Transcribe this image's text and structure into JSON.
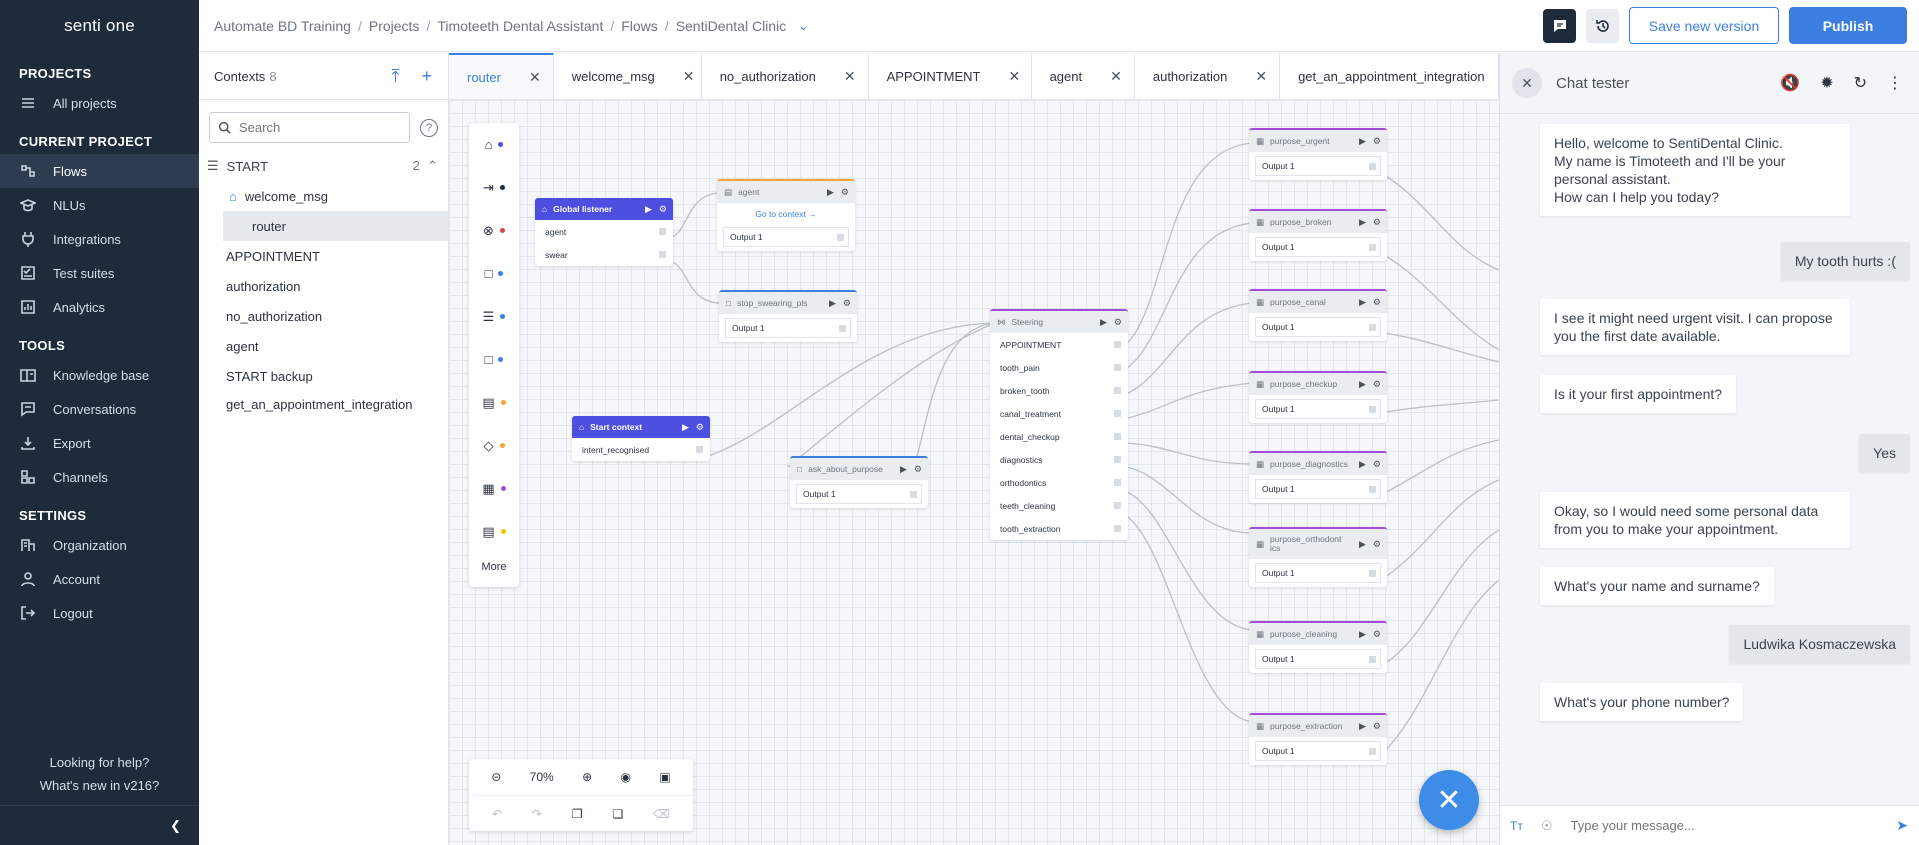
{
  "logo": "senti one",
  "sidebar": {
    "sections": [
      {
        "title": "PROJECTS",
        "items": [
          {
            "label": "All projects",
            "icon": "list-icon"
          }
        ]
      },
      {
        "title": "CURRENT PROJECT",
        "items": [
          {
            "label": "Flows",
            "icon": "flows-icon",
            "active": true
          },
          {
            "label": "NLUs",
            "icon": "nlu-icon"
          },
          {
            "label": "Integrations",
            "icon": "plug-icon"
          },
          {
            "label": "Test suites",
            "icon": "checklist-icon"
          },
          {
            "label": "Analytics",
            "icon": "chart-icon"
          }
        ]
      },
      {
        "title": "TOOLS",
        "items": [
          {
            "label": "Knowledge base",
            "icon": "book-icon"
          },
          {
            "label": "Conversations",
            "icon": "chat-icon"
          },
          {
            "label": "Export",
            "icon": "download-icon"
          },
          {
            "label": "Channels",
            "icon": "channels-icon"
          }
        ]
      },
      {
        "title": "SETTINGS",
        "items": [
          {
            "label": "Organization",
            "icon": "building-icon"
          },
          {
            "label": "Account",
            "icon": "user-icon"
          },
          {
            "label": "Logout",
            "icon": "logout-icon"
          }
        ]
      }
    ],
    "help": "Looking for help?",
    "whats_new": "What's new in v216?"
  },
  "breadcrumb": [
    "Automate BD Training",
    "Projects",
    "Timoteeth Dental Assistant",
    "Flows",
    "SentiDental Clinic"
  ],
  "topbar": {
    "save_label": "Save new version",
    "publish_label": "Publish"
  },
  "contexts": {
    "title": "Contexts",
    "count": "8",
    "search_placeholder": "Search",
    "start": {
      "label": "START",
      "count": "2"
    },
    "start_children": [
      "welcome_msg",
      "router"
    ],
    "items": [
      "APPOINTMENT",
      "authorization",
      "no_authorization",
      "agent",
      "START backup",
      "get_an_appointment_integration"
    ]
  },
  "tabs": [
    "router",
    "welcome_msg",
    "no_authorization",
    "APPOINTMENT",
    "agent",
    "authorization",
    "get_an_appointment_integration"
  ],
  "canvas": {
    "more_label": "More",
    "zoom": "70%",
    "nodes": {
      "global_listener": {
        "title": "Global listener",
        "rows": [
          "agent",
          "swear"
        ]
      },
      "agent": {
        "title": "agent",
        "goto": "Go to context →",
        "out": "Output 1"
      },
      "stop_swearing": {
        "title": "stop_swearing_pls",
        "out": "Output 1"
      },
      "start_context": {
        "title": "Start context",
        "rows": [
          "intent_recognised"
        ]
      },
      "ask_about_purpose": {
        "title": "ask_about_purpose",
        "out": "Output 1"
      },
      "steering": {
        "title": "Steering",
        "rows": [
          "APPOINTMENT",
          "tooth_pain",
          "broken_tooth",
          "canal_treatment",
          "dental_checkup",
          "diagnostics",
          "orthodontics",
          "teeth_cleaning",
          "tooth_extraction"
        ]
      },
      "purposes": [
        {
          "title": "purpose_urgent",
          "out": "Output 1"
        },
        {
          "title": "purpose_broken",
          "out": "Output 1"
        },
        {
          "title": "purpose_canal",
          "out": "Output 1"
        },
        {
          "title": "purpose_checkup",
          "out": "Output 1"
        },
        {
          "title": "purpose_diagnostics",
          "out": "Output 1"
        },
        {
          "title": "purpose_orthodontics",
          "out": "Output 1"
        },
        {
          "title": "purpose_cleaning",
          "out": "Output 1"
        },
        {
          "title": "purpose_extraction",
          "out": "Output 1"
        }
      ]
    }
  },
  "chat": {
    "title": "Chat tester",
    "input_placeholder": "Type your message...",
    "messages": [
      {
        "from": "bot",
        "text": "Hello, welcome to SentiDental Clinic.\nMy name is Timoteeth and I'll be your personal assistant.\nHow can I help you today?"
      },
      {
        "from": "user",
        "text": "My tooth hurts :("
      },
      {
        "from": "bot",
        "text": "I see it might need urgent visit. I can propose you the first date available."
      },
      {
        "from": "bot",
        "text": "Is it your first appointment?"
      },
      {
        "from": "user",
        "text": "Yes"
      },
      {
        "from": "bot",
        "text": "Okay, so I would need some personal data from you to make your appointment."
      },
      {
        "from": "bot",
        "text": "What's your name and surname?"
      },
      {
        "from": "user",
        "text": "Ludwika Kosmaczewska"
      },
      {
        "from": "bot",
        "text": "What's your phone number?"
      }
    ]
  },
  "colors": {
    "sidebar": "#1e2b3b",
    "accent": "#3d7fe0",
    "listener": "#4d4fe0",
    "purple": "#a24cd8",
    "orange": "#f2a33a"
  }
}
